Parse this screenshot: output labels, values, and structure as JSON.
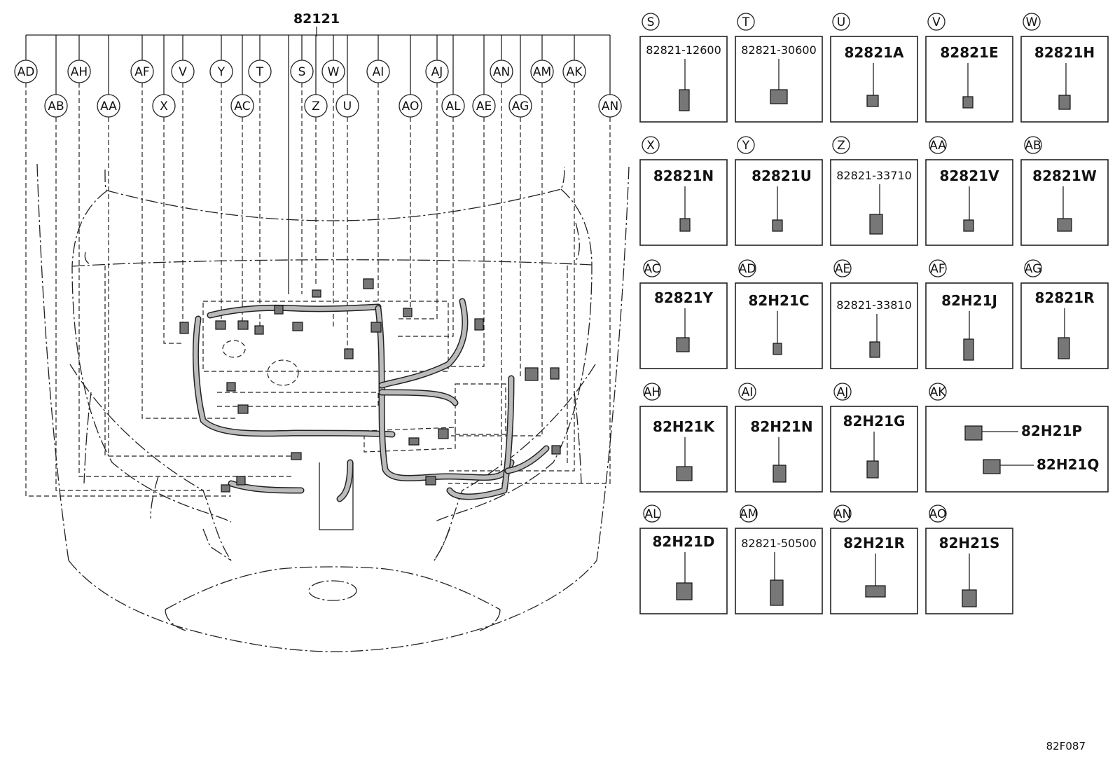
{
  "main_part_number": "82121",
  "figure_code": "82F087",
  "callouts_top_row": [
    "AD",
    "AH",
    "AF",
    "V",
    "Y",
    "T",
    "S",
    "W",
    "AI",
    "AJ",
    "AN",
    "AM",
    "AK"
  ],
  "callouts_second_row": [
    "AB",
    "AA",
    "X",
    "AC",
    "Z",
    "U",
    "AO",
    "AL",
    "AE",
    "AG",
    "AN"
  ],
  "parts": [
    {
      "letter": "S",
      "code": "82821-12600"
    },
    {
      "letter": "T",
      "code": "82821-30600"
    },
    {
      "letter": "U",
      "code": "82821A"
    },
    {
      "letter": "V",
      "code": "82821E"
    },
    {
      "letter": "W",
      "code": "82821H"
    },
    {
      "letter": "X",
      "code": "82821N"
    },
    {
      "letter": "Y",
      "code": "82821U"
    },
    {
      "letter": "Z",
      "code": "82821-33710"
    },
    {
      "letter": "AA",
      "code": "82821V"
    },
    {
      "letter": "AB",
      "code": "82821W"
    },
    {
      "letter": "AC",
      "code": "82821Y"
    },
    {
      "letter": "AD",
      "code": "82H21C"
    },
    {
      "letter": "AE",
      "code": "82821-33810"
    },
    {
      "letter": "AF",
      "code": "82H21J"
    },
    {
      "letter": "AG",
      "code": "82821R"
    },
    {
      "letter": "AH",
      "code": "82H21K"
    },
    {
      "letter": "AI",
      "code": "82H21N"
    },
    {
      "letter": "AJ",
      "code": "82H21G"
    },
    {
      "letter": "AK",
      "code": "82H21P",
      "code2": "82H21Q"
    },
    {
      "letter": "AL",
      "code": "82H21D"
    },
    {
      "letter": "AM",
      "code": "82821-50500"
    },
    {
      "letter": "AN",
      "code": "82H21R"
    },
    {
      "letter": "AO",
      "code": "82H21S"
    }
  ]
}
